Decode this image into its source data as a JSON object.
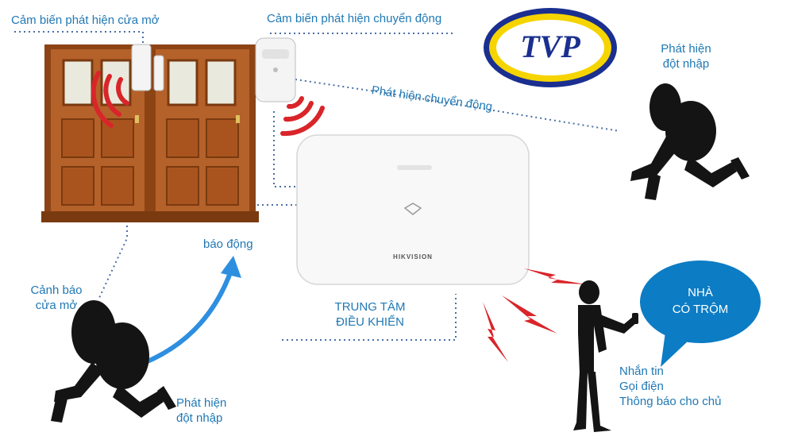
{
  "logo": {
    "text": "TVP",
    "ring_blue": "#1a2f8f",
    "ring_yellow": "#f5d400",
    "text_color": "#1a2f8f"
  },
  "labels": {
    "door_sensor": "Cảm biến phát hiện cửa mở",
    "motion_sensor": "Cảm biến phát hiện chuyển động",
    "motion_detect": "Phát hiện chuyển động",
    "intrusion_top": [
      "Phát hiện",
      "đột nhập"
    ],
    "door_alert": [
      "Cảnh báo",
      "cửa mở"
    ],
    "alarm": "báo động",
    "control_center": [
      "TRUNG TÂM",
      "ĐIỀU KHIỂN"
    ],
    "intrusion_bottom": [
      "Phát hiện",
      "đột nhập"
    ],
    "notify": [
      "Nhắn tin",
      "Gọi điện",
      "Thông báo cho chủ"
    ]
  },
  "panel": {
    "brand": "HIKVISION"
  },
  "bubble": {
    "lines": [
      "NHÀ",
      "CÓ TRỘM"
    ],
    "color": "#0c7cc4"
  },
  "colors": {
    "label": "#1f78b4",
    "wave_red": "#d9252a",
    "door_wood": "#9b4f1c",
    "dotted": "#4a6fa5"
  }
}
